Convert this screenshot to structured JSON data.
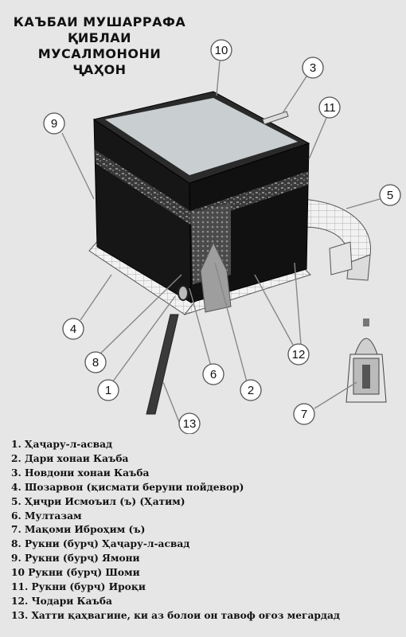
{
  "title": {
    "line1": "КАЪБАИ МУШАРРАФА",
    "line2": "ҚИБЛАИ",
    "line3": "МУСАЛМОНОНИ",
    "line4": "ҶАҲОН"
  },
  "callouts": [
    "1",
    "2",
    "3",
    "4",
    "5",
    "6",
    "7",
    "8",
    "9",
    "10",
    "11",
    "12",
    "13"
  ],
  "legend": [
    "1. Ҳаҷару-л-асвад",
    "2. Дари хонаи Каъба",
    "3. Новдони хонаи Каъба",
    "4. Шозарвон (қисмати беруни пойдевор)",
    "5. Ҳиҷри Исмоъил (ъ) (Ҳатим)",
    "6. Мултазам",
    "7. Мақоми Иброҳим (ъ)",
    "8. Рукни (бурҷ) Ҳаҷару-л-асвад",
    "9. Рукни (бурҷ) Ямони",
    "10 Рукни (бурҷ) Шоми",
    "11. Рукни (бурҷ) Ироқи",
    "12. Чодари Каъба",
    "13. Хатти қаҳвагине, ки аз болои он тавоф оғоз мегардад"
  ],
  "colors": {
    "kiswa": "#161616",
    "roof": "#c9cfd0",
    "marble": "#f0f0f0",
    "gold_band": "#5a5a5a"
  }
}
